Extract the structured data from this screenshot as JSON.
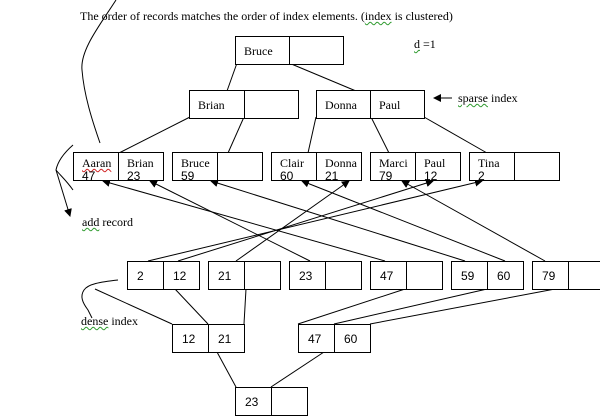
{
  "caption": {
    "before": "The order of records matches the order of index elements. (",
    "squiggle_word": "index",
    "after": " is clustered)"
  },
  "degree_label": {
    "letter": "d",
    "rest": " =1"
  },
  "sparse_label": {
    "word": "sparse",
    "rest": " index"
  },
  "add_record_label": {
    "word": "add",
    "rest": " record"
  },
  "dense_label": {
    "word": "dense",
    "rest": " index"
  },
  "sparse_tree": {
    "root": {
      "keys": [
        "Bruce",
        ""
      ]
    },
    "level1": [
      {
        "keys": [
          "Brian",
          ""
        ]
      },
      {
        "keys": [
          "Donna",
          "Paul"
        ]
      }
    ],
    "leaves": [
      {
        "entries": [
          {
            "name": "Aaran",
            "value": "47"
          },
          {
            "name": "Brian",
            "value": "23"
          }
        ]
      },
      {
        "entries": [
          {
            "name": "Bruce",
            "value": "59"
          },
          {
            "name": "",
            "value": ""
          }
        ]
      },
      {
        "entries": [
          {
            "name": "Clair",
            "value": "60"
          },
          {
            "name": "Donna",
            "value": "21"
          }
        ]
      },
      {
        "entries": [
          {
            "name": "Marci",
            "value": "79"
          },
          {
            "name": "Paul",
            "value": "12"
          }
        ]
      },
      {
        "entries": [
          {
            "name": "Tina",
            "value": "2"
          },
          {
            "name": "",
            "value": ""
          }
        ]
      }
    ]
  },
  "dense_tree": {
    "leaves": [
      {
        "keys": [
          "2",
          "12"
        ]
      },
      {
        "keys": [
          "21",
          ""
        ]
      },
      {
        "keys": [
          "23",
          ""
        ]
      },
      {
        "keys": [
          "47",
          ""
        ]
      },
      {
        "keys": [
          "59",
          "60"
        ]
      },
      {
        "keys": [
          "79",
          ""
        ]
      }
    ],
    "level1": [
      {
        "keys": [
          "12",
          "21"
        ]
      },
      {
        "keys": [
          "47",
          "60"
        ]
      }
    ],
    "root": {
      "keys": [
        "23",
        ""
      ]
    }
  },
  "colors": {
    "line": "#000000",
    "spell_green": "#2e9a2e",
    "spell_red": "#d02020"
  }
}
